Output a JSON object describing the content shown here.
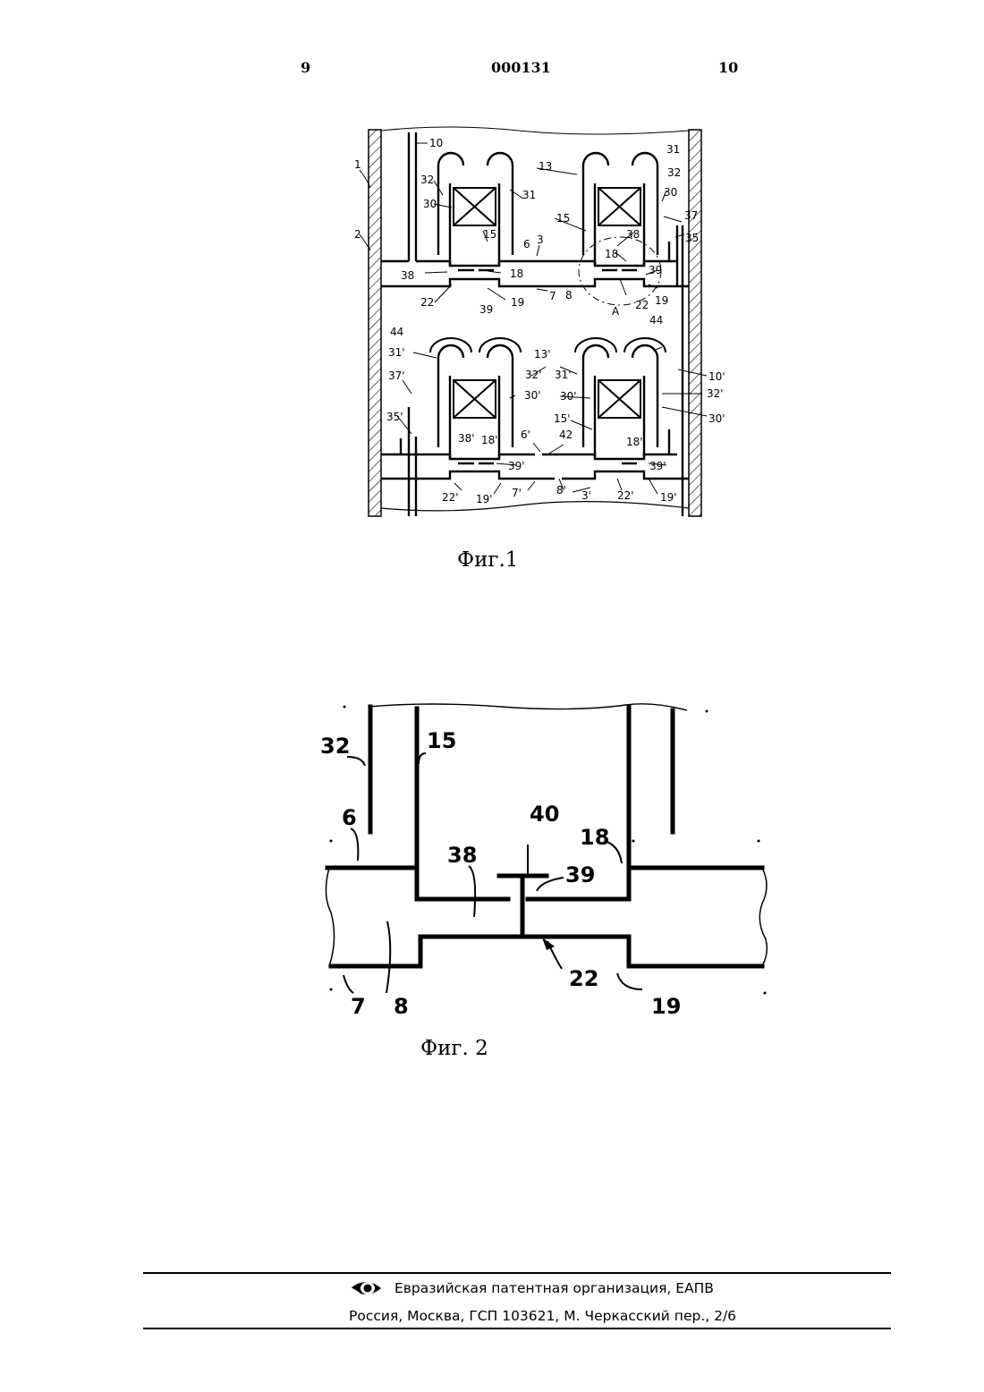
{
  "header": {
    "page_left": "9",
    "doc_number": "000131",
    "page_right": "10"
  },
  "figure1": {
    "caption": "Фиг.1",
    "labels": [
      "1",
      "2",
      "10",
      "13",
      "31",
      "32",
      "30",
      "15",
      "6",
      "3",
      "38",
      "37",
      "35",
      "18",
      "39",
      "22",
      "19",
      "7",
      "8",
      "A",
      "44",
      "13'",
      "31'",
      "32'",
      "30'",
      "37'",
      "35'",
      "15'",
      "10'",
      "18'",
      "6'",
      "42",
      "39'",
      "22'",
      "19'",
      "7'",
      "8'",
      "3'"
    ]
  },
  "figure2": {
    "caption": "Фиг. 2",
    "labels": {
      "l32": "32",
      "l15": "15",
      "l6": "6",
      "l40": "40",
      "l18": "18",
      "l38": "38",
      "l39": "39",
      "l7": "7",
      "l8": "8",
      "l22": "22",
      "l19": "19"
    }
  },
  "footer": {
    "org": "Евразийская патентная организация, ЕАПВ",
    "address": "Россия, Москва, ГСП 103621, М. Черкасский пер., 2/6",
    "logo_icon": "eye-logo-icon"
  }
}
